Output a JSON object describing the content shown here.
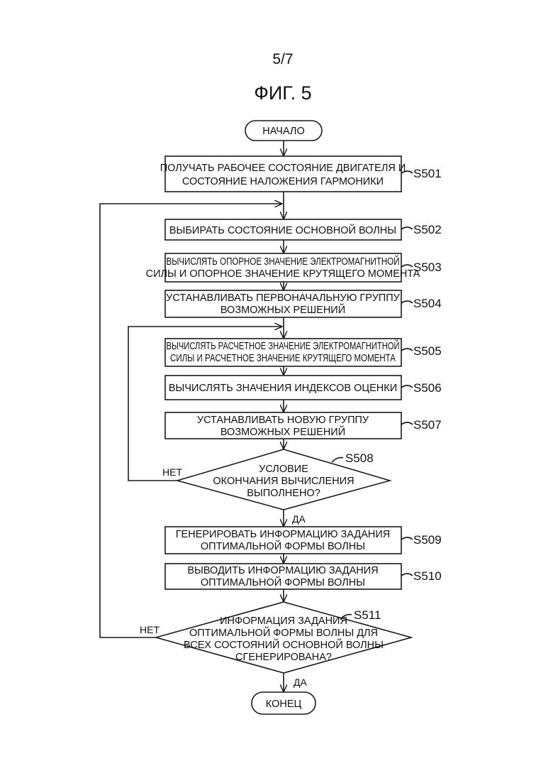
{
  "page": {
    "number": "5/7",
    "figure_title": "ФИГ. 5"
  },
  "flow": {
    "start": "НАЧАЛО",
    "end": "КОНЕЦ",
    "steps": {
      "s501": {
        "label": "S501",
        "line1": "ПОЛУЧАТЬ РАБОЧЕЕ СОСТОЯНИЕ ДВИГАТЕЛЯ И",
        "line2": "СОСТОЯНИЕ НАЛОЖЕНИЯ ГАРМОНИКИ"
      },
      "s502": {
        "label": "S502",
        "line1": "ВЫБИРАТЬ СОСТОЯНИЕ ОСНОВНОЙ ВОЛНЫ"
      },
      "s503": {
        "label": "S503",
        "line1": "ВЫЧИСЛЯТЬ ОПОРНОЕ ЗНАЧЕНИЕ ЭЛЕКТРОМАГНИТНОЙ",
        "line2": "СИЛЫ И ОПОРНОЕ ЗНАЧЕНИЕ КРУТЯЩЕГО МОМЕНТА"
      },
      "s504": {
        "label": "S504",
        "line1": "УСТАНАВЛИВАТЬ ПЕРВОНАЧАЛЬНУЮ ГРУППУ",
        "line2": "ВОЗМОЖНЫХ РЕШЕНИЙ"
      },
      "s505": {
        "label": "S505",
        "line1": "ВЫЧИСЛЯТЬ РАСЧЕТНОЕ ЗНАЧЕНИЕ ЭЛЕКТРОМАГНИТНОЙ",
        "line2": "СИЛЫ И РАСЧЕТНОЕ ЗНАЧЕНИЕ КРУТЯЩЕГО МОМЕНТА"
      },
      "s506": {
        "label": "S506",
        "line1": "ВЫЧИСЛЯТЬ ЗНАЧЕНИЯ ИНДЕКСОВ ОЦЕНКИ"
      },
      "s507": {
        "label": "S507",
        "line1": "УСТАНАВЛИВАТЬ НОВУЮ ГРУППУ",
        "line2": "ВОЗМОЖНЫХ РЕШЕНИЙ"
      },
      "s508": {
        "label": "S508",
        "line1": "УСЛОВИЕ",
        "line2": "ОКОНЧАНИЯ ВЫЧИСЛЕНИЯ",
        "line3": "ВЫПОЛНЕНО?",
        "no": "НЕТ",
        "yes": "ДА"
      },
      "s509": {
        "label": "S509",
        "line1": "ГЕНЕРИРОВАТЬ ИНФОРМАЦИЮ ЗАДАНИЯ",
        "line2": "ОПТИМАЛЬНОЙ ФОРМЫ ВОЛНЫ"
      },
      "s510": {
        "label": "S510",
        "line1": "ВЫВОДИТЬ ИНФОРМАЦИЮ ЗАДАНИЯ",
        "line2": "ОПТИМАЛЬНОЙ ФОРМЫ ВОЛНЫ"
      },
      "s511": {
        "label": "S511",
        "line1": "ИНФОРМАЦИЯ ЗАДАНИЯ",
        "line2": "ОПТИМАЛЬНОЙ ФОРМЫ ВОЛНЫ ДЛЯ",
        "line3": "ВСЕХ СОСТОЯНИЙ ОСНОВНОЙ ВОЛНЫ",
        "line4": "СГЕНЕРИРОВАНА?",
        "no": "НЕТ",
        "yes": "ДА"
      }
    }
  }
}
